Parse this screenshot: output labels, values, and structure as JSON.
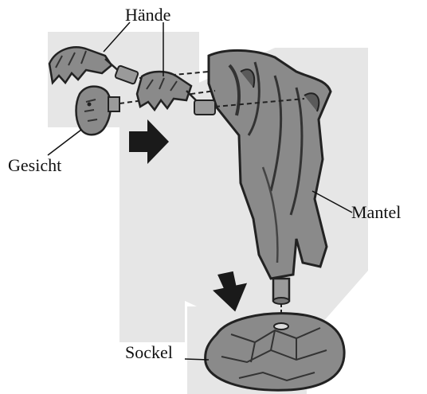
{
  "labels": {
    "haende": "Hände",
    "gesicht": "Gesicht",
    "mantel": "Mantel",
    "sockel": "Sockel"
  },
  "colors": {
    "background_panel": "#e6e6e6",
    "figure_fill": "#8a8a8a",
    "figure_dark": "#3a3a3a",
    "arrow": "#1a1a1a",
    "line": "#111111"
  },
  "icons": [
    "hand-part",
    "face-mask-part",
    "cloak-figure",
    "rock-base",
    "direction-arrow"
  ]
}
